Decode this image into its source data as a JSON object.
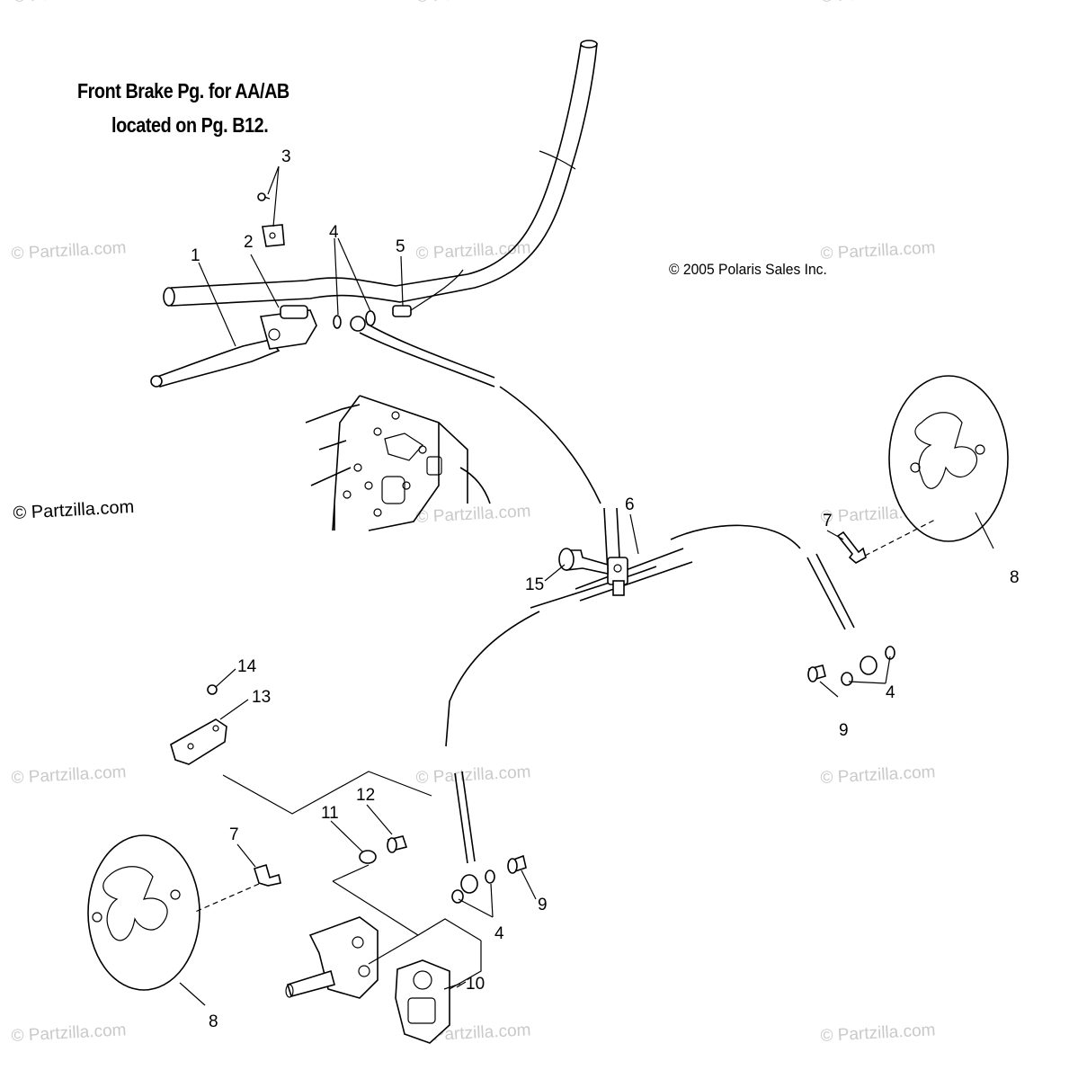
{
  "header": {
    "title_line1": "Front Brake Pg. for AA/AB",
    "title_line2": "located on Pg. B12."
  },
  "copyright": "© 2005 Polaris Sales Inc.",
  "brand_mark": "© Partzilla.com",
  "watermark_text": "© Partzilla.com",
  "callouts": {
    "c1": "1",
    "c2": "2",
    "c3": "3",
    "c4a": "4",
    "c4b": "4",
    "c4c": "4",
    "c5": "5",
    "c6": "6",
    "c7a": "7",
    "c7b": "7",
    "c8a": "8",
    "c8b": "8",
    "c9a": "9",
    "c9b": "9",
    "c10": "10",
    "c11": "11",
    "c12": "12",
    "c13": "13",
    "c14": "14",
    "c15": "15"
  },
  "colors": {
    "line": "#000000",
    "watermark": "#c9c9c9",
    "background": "#ffffff"
  }
}
